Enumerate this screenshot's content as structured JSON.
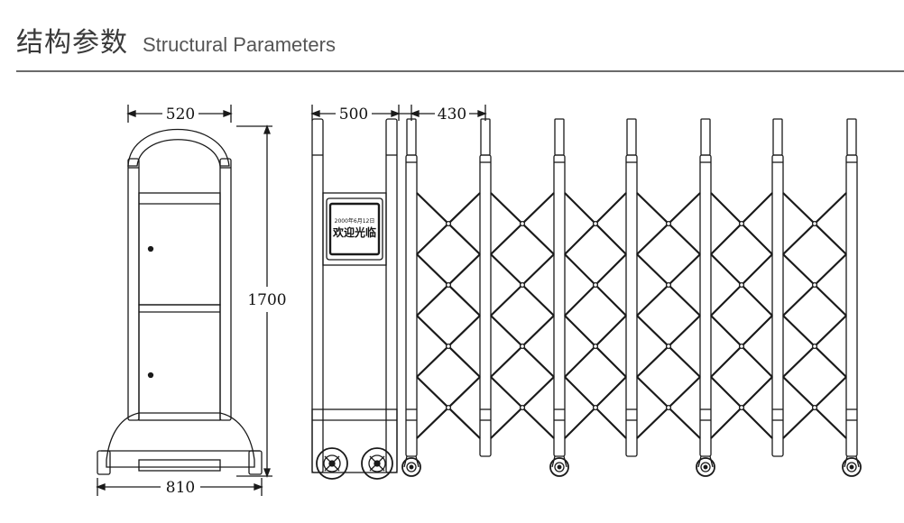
{
  "header": {
    "title_cn": "结构参数",
    "title_en": "Structural Parameters"
  },
  "dimensions": {
    "side_width": "520",
    "height": "1700",
    "base_width": "810",
    "head_width": "500",
    "link_spacing": "430"
  },
  "sign": {
    "small_text": "2000年6月12日",
    "main_text": "欢迎光临"
  },
  "colors": {
    "line": "#1a1a1a",
    "rule": "#6b6b6b",
    "title": "#3a3a3a"
  }
}
